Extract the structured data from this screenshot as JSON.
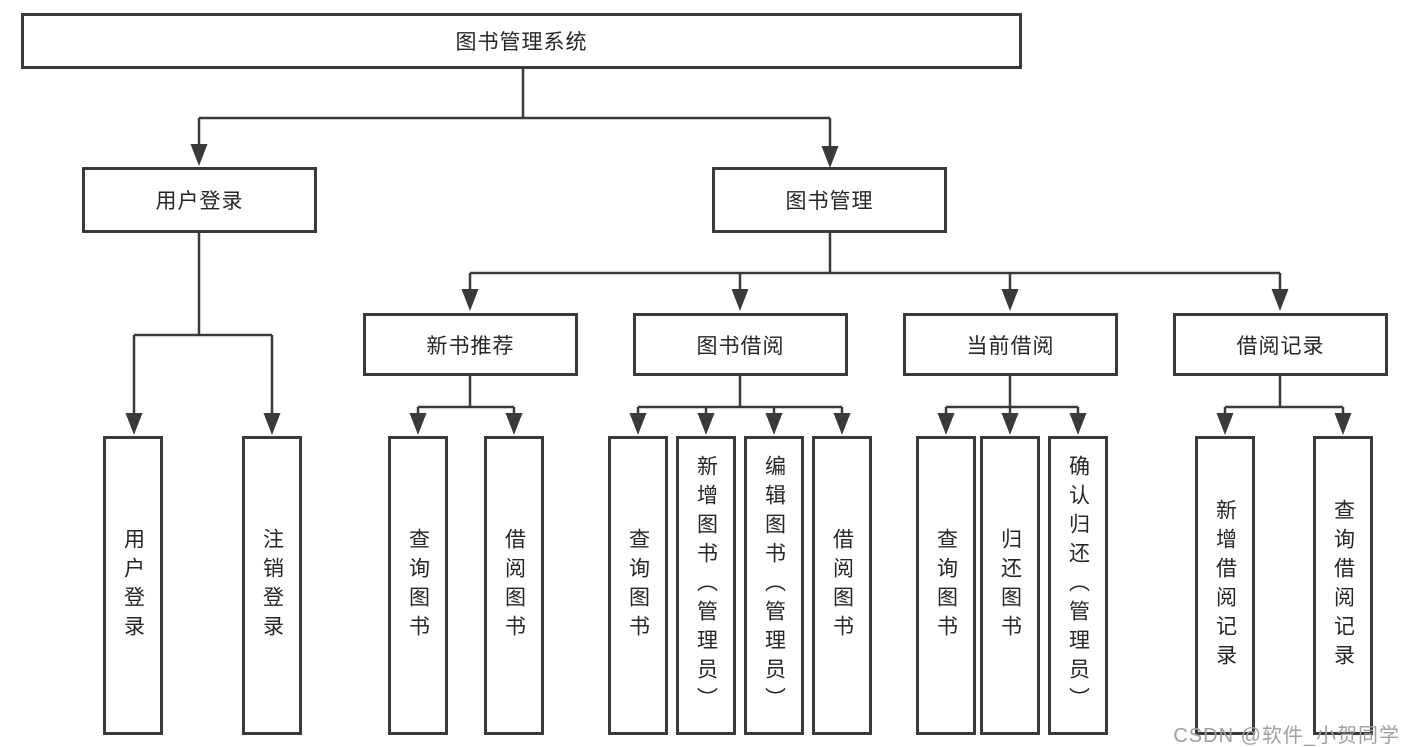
{
  "tree": {
    "root": {
      "label": "图书管理系统",
      "children": [
        {
          "label": "用户登录",
          "children": [
            {
              "label": "用户登录"
            },
            {
              "label": "注销登录"
            }
          ]
        },
        {
          "label": "图书管理",
          "children": [
            {
              "label": "新书推荐",
              "children": [
                {
                  "label": "查询图书"
                },
                {
                  "label": "借阅图书"
                }
              ]
            },
            {
              "label": "图书借阅",
              "children": [
                {
                  "label": "查询图书"
                },
                {
                  "label": "新增图书（管理员）"
                },
                {
                  "label": "编辑图书（管理员）"
                },
                {
                  "label": "借阅图书"
                }
              ]
            },
            {
              "label": "当前借阅",
              "children": [
                {
                  "label": "查询图书"
                },
                {
                  "label": "归还图书"
                },
                {
                  "label": "确认归还（管理员）"
                }
              ]
            },
            {
              "label": "借阅记录",
              "children": [
                {
                  "label": "新增借阅记录"
                },
                {
                  "label": "查询借阅记录"
                }
              ]
            }
          ]
        }
      ]
    }
  },
  "watermark": "CSDN @软件_小贺同学",
  "colors": {
    "line": "#3a3a3a",
    "box_border": "#3a3a3a",
    "box_fill": "#ffffff",
    "text": "#262626",
    "watermark": "#a0a0a0"
  }
}
